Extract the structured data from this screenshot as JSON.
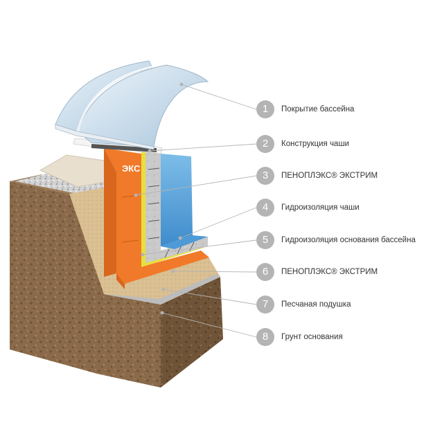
{
  "legend": {
    "items": [
      {
        "number": "1",
        "label": "Покрытие бассейна"
      },
      {
        "number": "2",
        "label": "Конструкция чаши"
      },
      {
        "number": "3",
        "label": "ПЕНОПЛЭКС® ЭКСТРИМ"
      },
      {
        "number": "4",
        "label": "Гидроизоляция чаши"
      },
      {
        "number": "5",
        "label": "Гидроизоляция основания бассейна"
      },
      {
        "number": "6",
        "label": "ПЕНОПЛЭКС® ЭКСТРИМ"
      },
      {
        "number": "7",
        "label": "Песчаная подушка"
      },
      {
        "number": "8",
        "label": "Грунт основания"
      }
    ]
  },
  "board_text": "ЭКС",
  "colors": {
    "soil": "#8a6a4a",
    "sand": "#d9bf91",
    "insulation": "#f07a2a",
    "water": "#5aa6dc",
    "concrete": "#c8c8c8",
    "cover": "#d6e6f2",
    "marker": "#b4b4b4"
  }
}
